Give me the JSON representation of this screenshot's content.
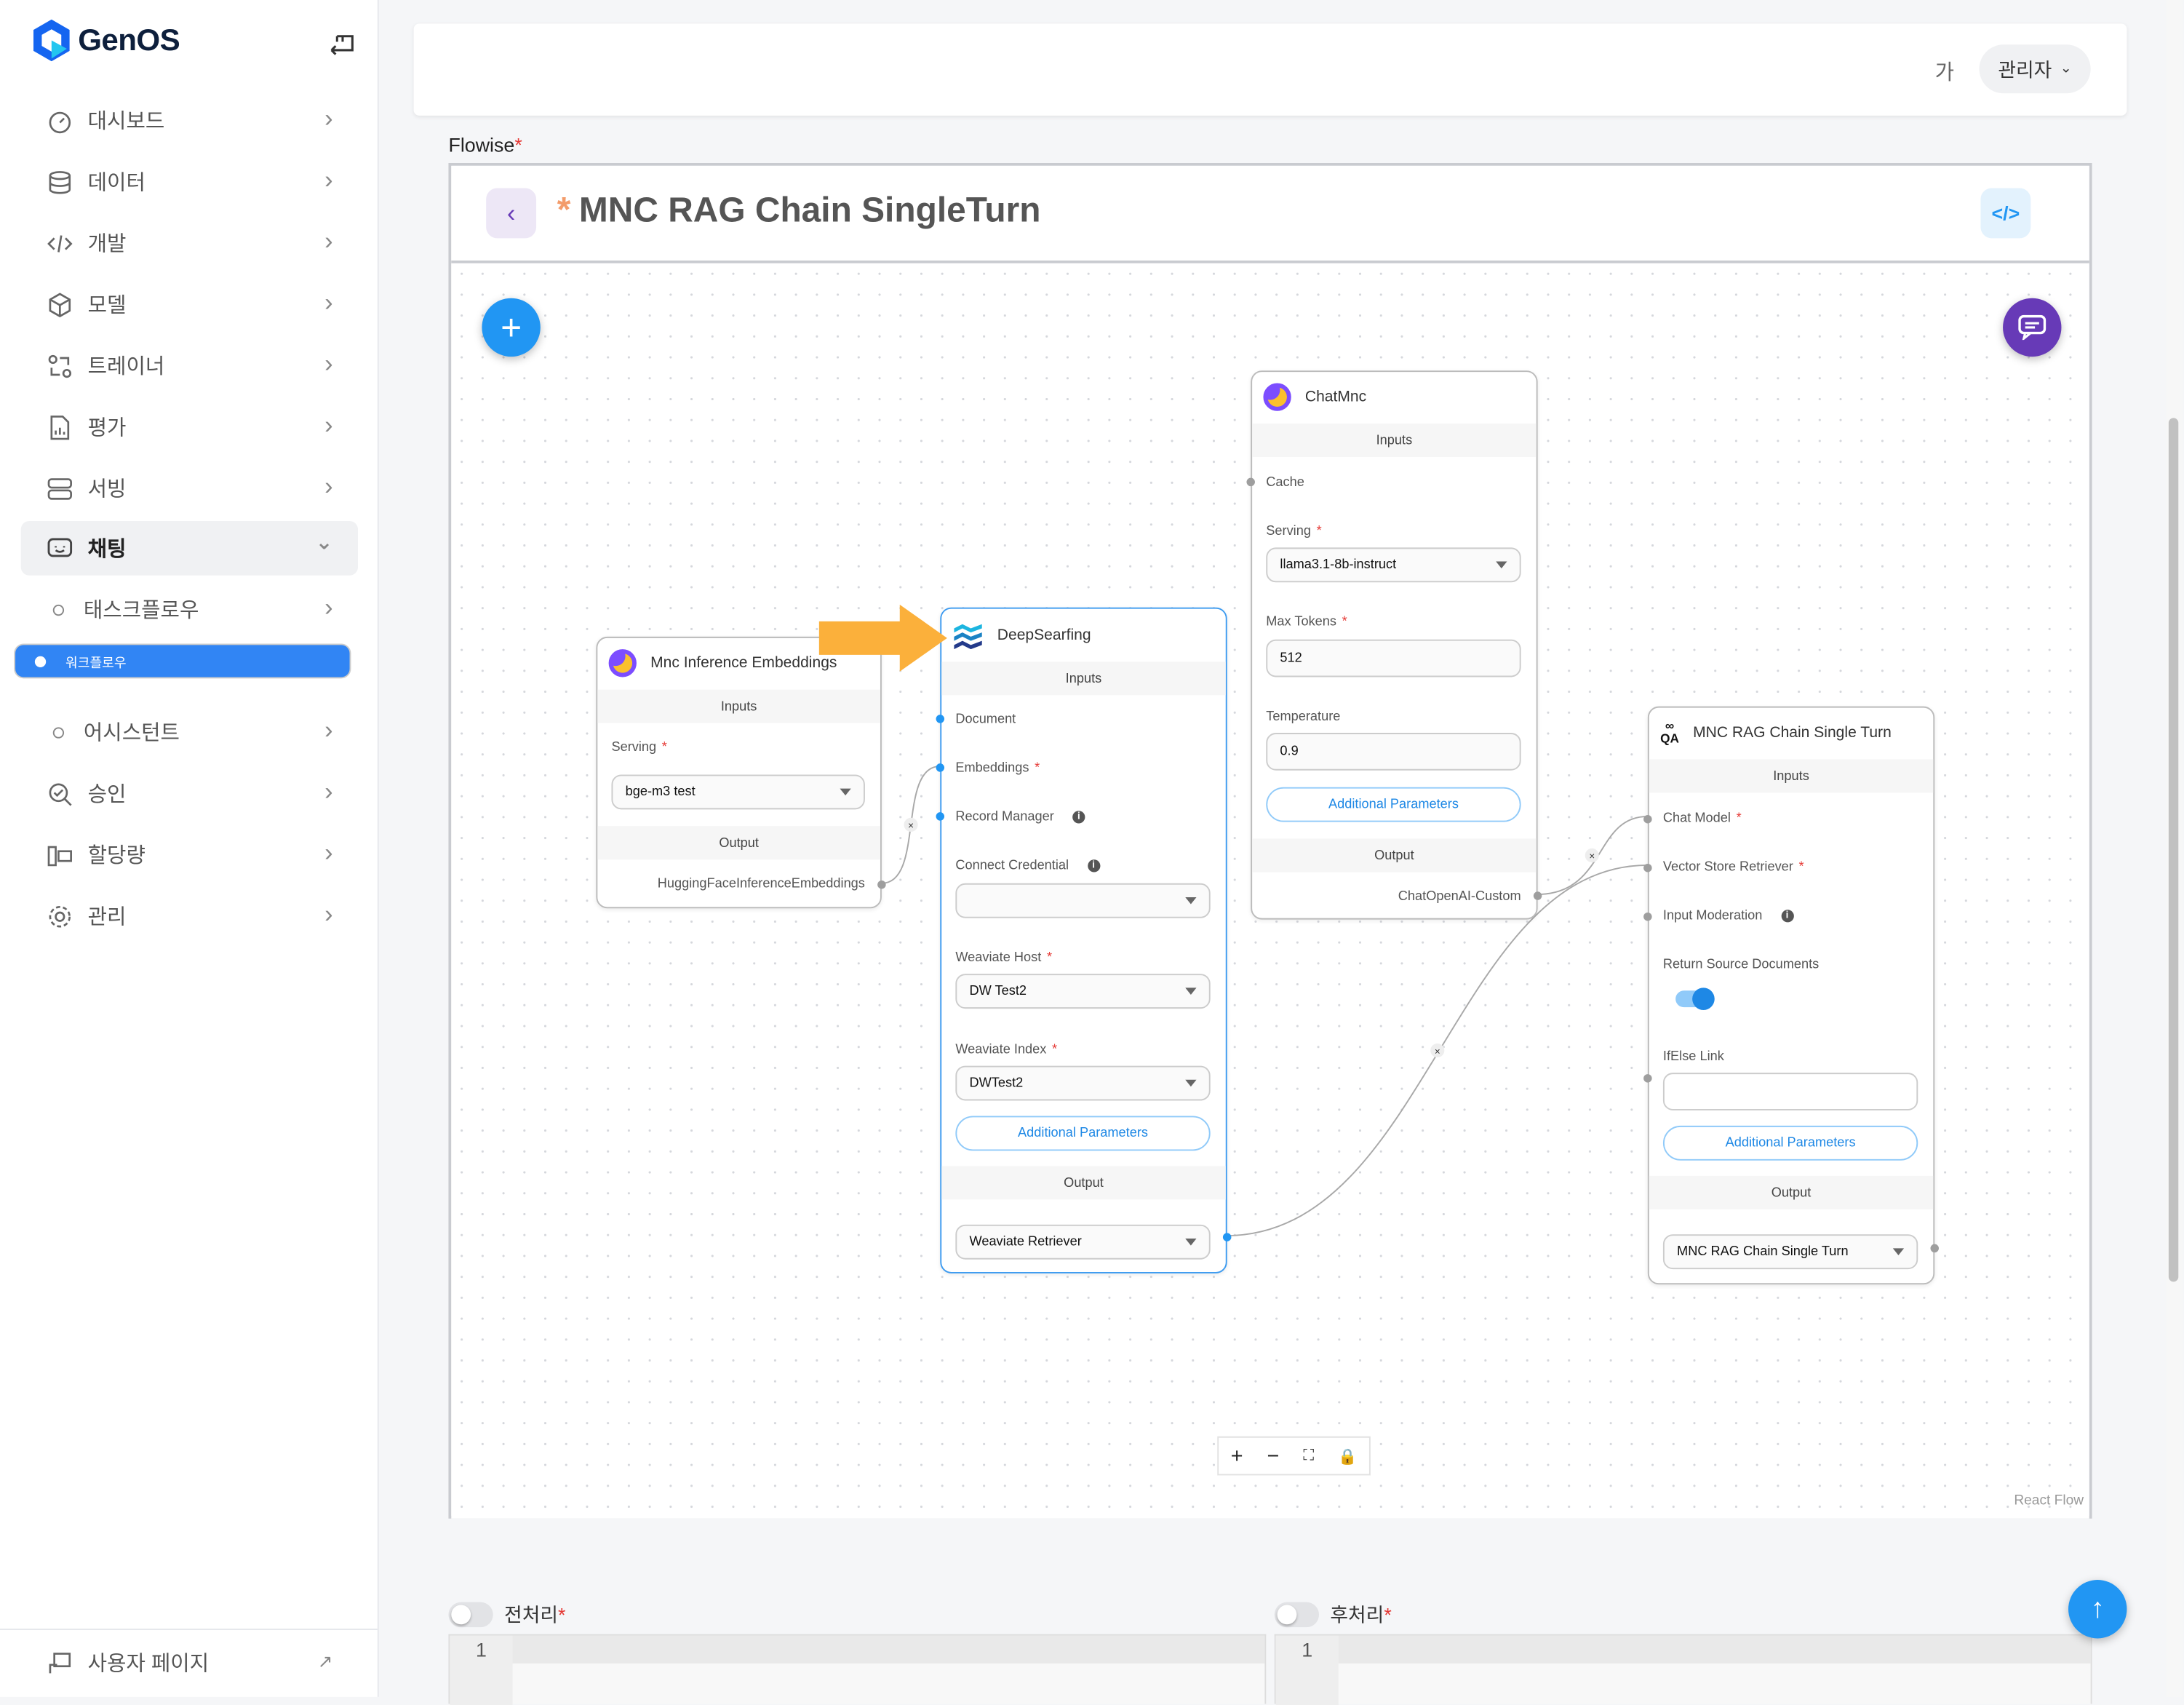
{
  "app": {
    "name": "GenOS"
  },
  "sidebar": {
    "items": [
      {
        "label": "대시보드",
        "icon": "gauge-icon"
      },
      {
        "label": "데이터",
        "icon": "database-icon"
      },
      {
        "label": "개발",
        "icon": "code-icon"
      },
      {
        "label": "모델",
        "icon": "cube-icon"
      },
      {
        "label": "트레이너",
        "icon": "trainer-icon"
      },
      {
        "label": "평가",
        "icon": "document-chart-icon"
      },
      {
        "label": "서빙",
        "icon": "server-icon"
      },
      {
        "label": "채팅",
        "icon": "chat-icon",
        "expanded": true
      },
      {
        "label": "태스크플로우",
        "sub": true
      },
      {
        "label": "워크플로우",
        "sub": true,
        "selected": true
      },
      {
        "label": "어시스턴트",
        "sub": true
      },
      {
        "label": "승인",
        "icon": "approval-icon"
      },
      {
        "label": "할당량",
        "icon": "quota-icon"
      },
      {
        "label": "관리",
        "icon": "gear-icon"
      }
    ],
    "footer": {
      "label": "사용자 페이지"
    }
  },
  "header": {
    "lang": "가",
    "user": "관리자"
  },
  "form": {
    "flowise_label": "Flowise",
    "required_mark": "*"
  },
  "flow": {
    "title": "MNC RAG Chain SingleTurn",
    "unsaved_mark": "*",
    "attribution": "React Flow",
    "nodes": {
      "embeddings": {
        "title": "Mnc Inference Embeddings",
        "inputs": "Inputs",
        "serving_label": "Serving",
        "serving_value": "bge-m3 test",
        "output": "Output",
        "output_value": "HuggingFaceInferenceEmbeddings"
      },
      "deepsearfing": {
        "title": "DeepSearfing",
        "inputs": "Inputs",
        "document": "Document",
        "embeddings": "Embeddings",
        "record_manager": "Record Manager",
        "connect_credential": "Connect Credential",
        "credential_value": "",
        "weaviate_host": "Weaviate Host",
        "weaviate_host_value": "DW Test2",
        "weaviate_index": "Weaviate Index",
        "weaviate_index_value": "DWTest2",
        "additional": "Additional Parameters",
        "output": "Output",
        "output_value": "Weaviate Retriever"
      },
      "chatmnc": {
        "title": "ChatMnc",
        "inputs": "Inputs",
        "cache": "Cache",
        "serving_label": "Serving",
        "serving_value": "llama3.1-8b-instruct",
        "max_tokens_label": "Max Tokens",
        "max_tokens": "512",
        "temperature_label": "Temperature",
        "temperature": "0.9",
        "additional": "Additional Parameters",
        "output": "Output",
        "output_value": "ChatOpenAI-Custom"
      },
      "ragchain": {
        "title": "MNC RAG Chain Single Turn",
        "inputs": "Inputs",
        "chat_model": "Chat Model",
        "vector_store": "Vector Store Retriever",
        "input_moderation": "Input Moderation",
        "return_source": "Return Source Documents",
        "return_source_on": true,
        "ifelse": "IfElse Link",
        "ifelse_value": "",
        "additional": "Additional Parameters",
        "output": "Output",
        "output_value": "MNC RAG Chain Single Turn"
      }
    }
  },
  "bottom": {
    "pre_label": "전처리",
    "post_label": "후처리",
    "line": "1"
  },
  "colors": {
    "primary": "#3185f4",
    "purple": "#673ab7",
    "arrow": "#fbb03b"
  }
}
